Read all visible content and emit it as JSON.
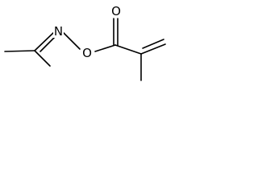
{
  "molecule": {
    "atoms": {
      "nitrogen": {
        "label": "N"
      },
      "ester_oxygen": {
        "label": "O"
      },
      "carbonyl_oxygen": {
        "label": "O"
      }
    }
  }
}
